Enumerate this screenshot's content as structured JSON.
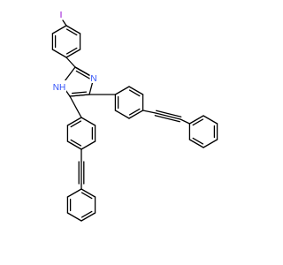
{
  "molecule": {
    "atoms": [
      {
        "id": "iodine",
        "symbol": "I",
        "color": "#9400d3"
      },
      {
        "id": "n-imine",
        "symbol": "N",
        "color": "#3050f8"
      },
      {
        "id": "n-amine",
        "symbol": "NH",
        "color": "#3050f8"
      }
    ],
    "bond_color": "#000000"
  }
}
